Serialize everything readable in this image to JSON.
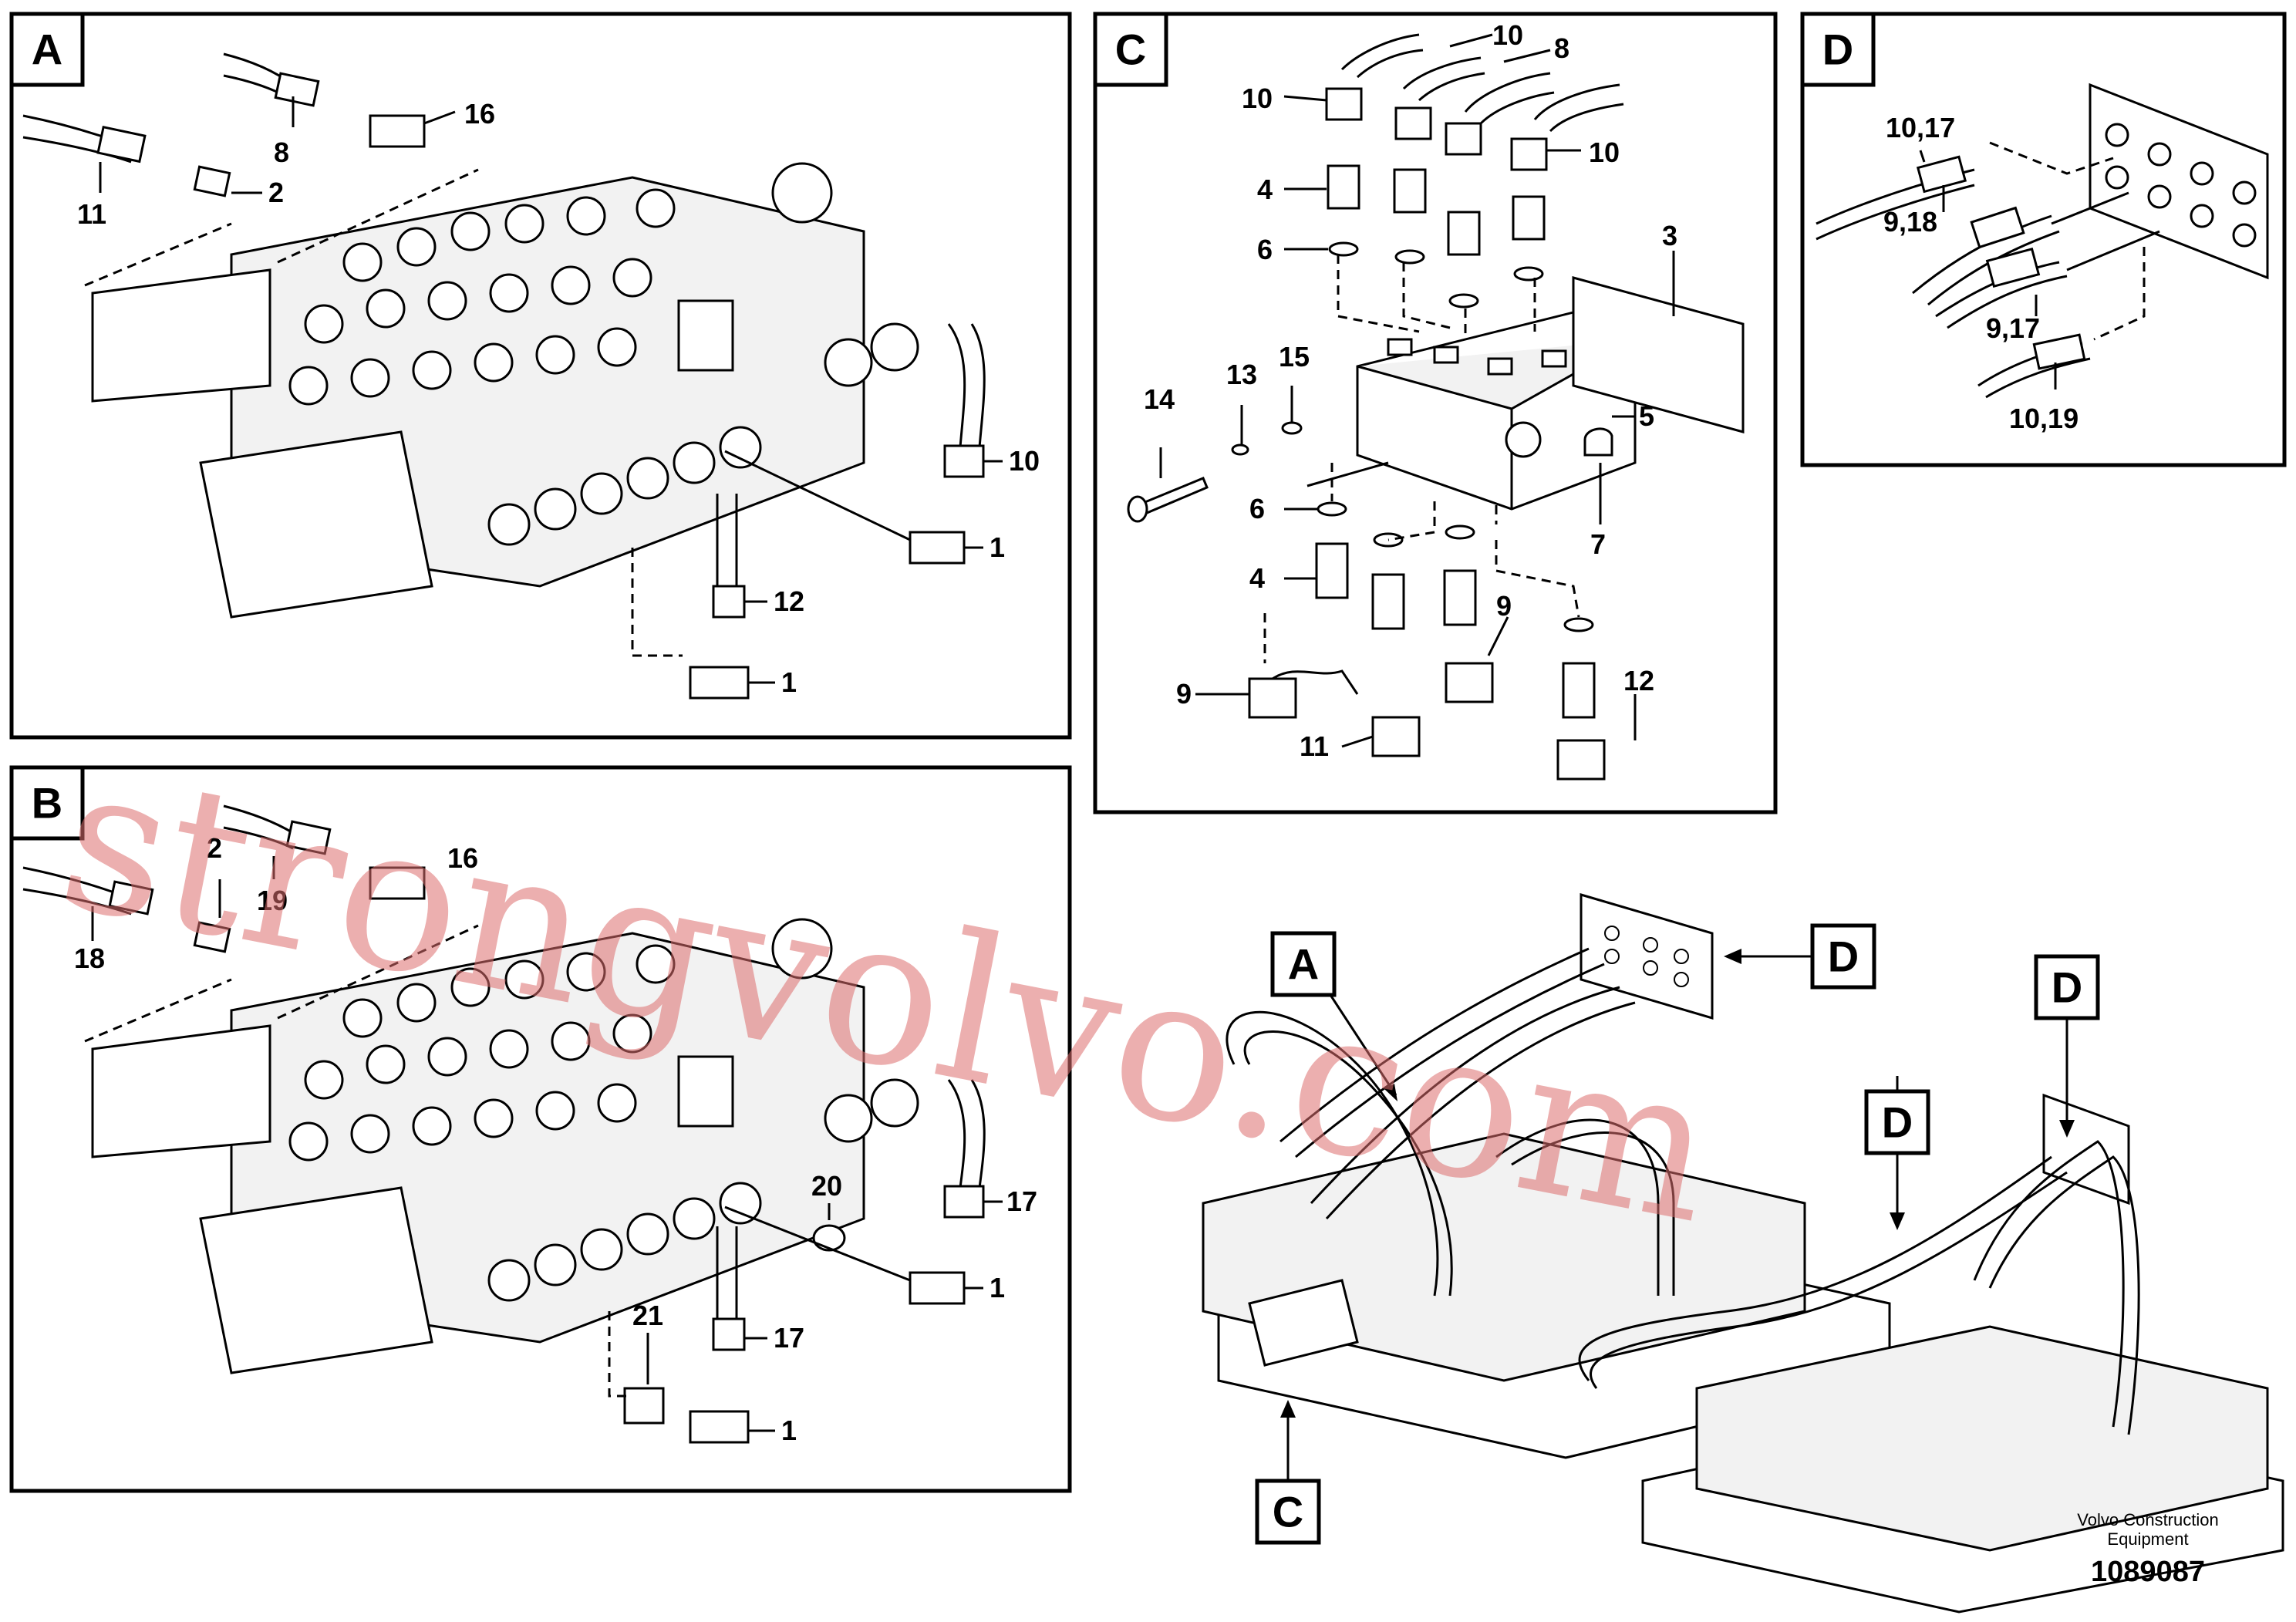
{
  "panels": {
    "A": {
      "label": "A",
      "callouts": [
        "16",
        "8",
        "2",
        "11",
        "10",
        "1",
        "12",
        "1"
      ]
    },
    "B": {
      "label": "B",
      "callouts": [
        "2",
        "19",
        "16",
        "18",
        "20",
        "17",
        "1",
        "21",
        "17",
        "1"
      ]
    },
    "C": {
      "label": "C",
      "callouts": [
        "10",
        "10",
        "8",
        "10",
        "4",
        "6",
        "3",
        "14",
        "13",
        "15",
        "5",
        "6",
        "7",
        "4",
        "9",
        "9",
        "12",
        "11"
      ]
    },
    "D": {
      "label": "D",
      "callouts": [
        "10,17",
        "9,18",
        "9,17",
        "10,19"
      ]
    }
  },
  "overview": {
    "labels": [
      "A",
      "D",
      "D",
      "D",
      "C"
    ]
  },
  "footer": {
    "brand_line1": "Volvo Construction",
    "brand_line2": "Equipment",
    "doc_number": "1089087"
  },
  "watermark": "strongvolvo.com"
}
